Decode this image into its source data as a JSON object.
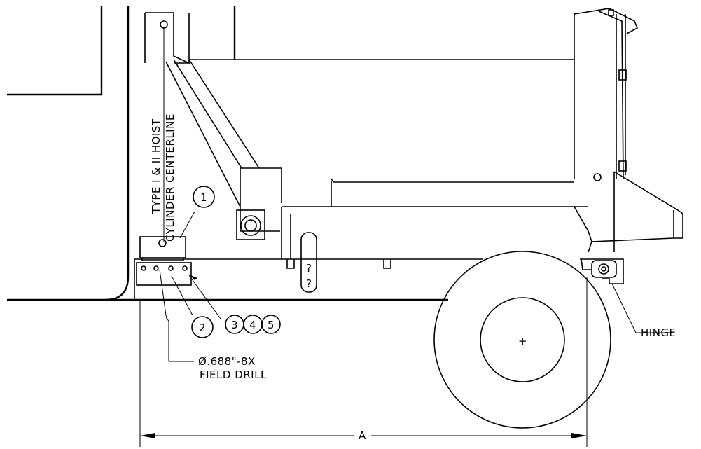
{
  "labels": {
    "hoist_line1": "TYPE I & II HOIST",
    "hoist_line2": "CYLINDER CENTERLINE",
    "hinge": "HINGE",
    "drill_line1": "Ø.688\"-8X",
    "drill_line2": "FIELD DRILL",
    "dimension": "A",
    "hub_mark": "+",
    "small_mark_1": "?",
    "small_mark_2": "?"
  },
  "balloons": [
    {
      "id": "b1",
      "label": "1"
    },
    {
      "id": "b2",
      "label": "2"
    },
    {
      "id": "b3",
      "label": "3"
    },
    {
      "id": "b4",
      "label": "4"
    },
    {
      "id": "b5",
      "label": "5"
    }
  ],
  "colors": {
    "line": "#000000",
    "background": "#ffffff"
  }
}
